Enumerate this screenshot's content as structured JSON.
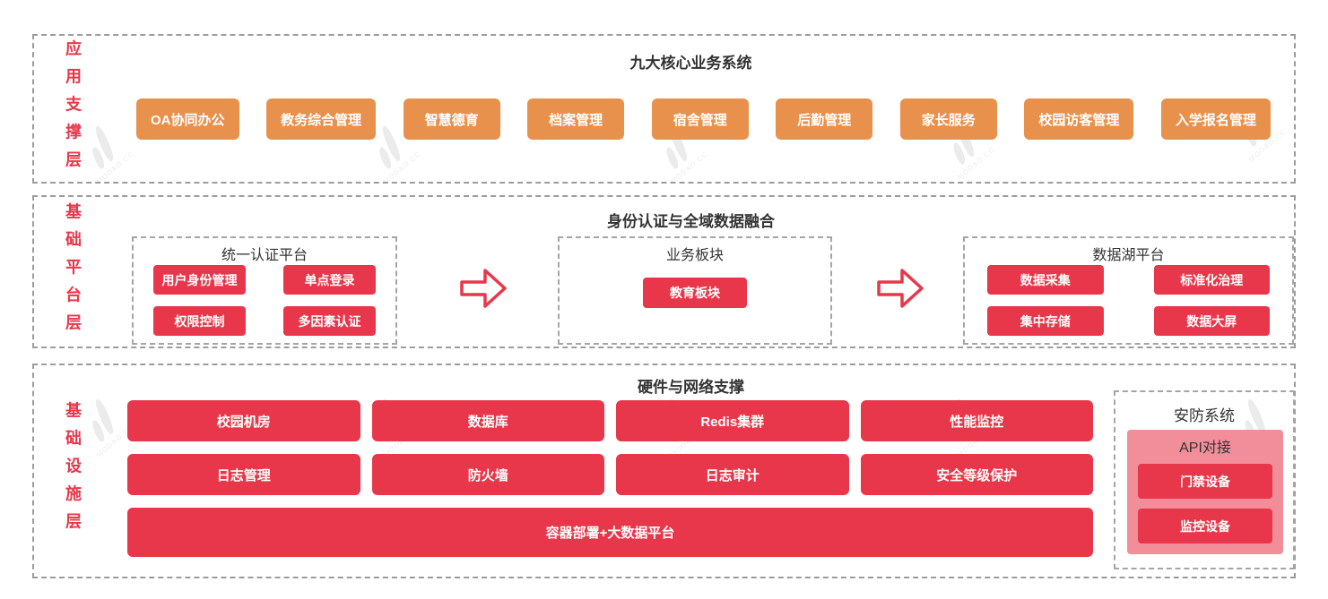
{
  "watermark": {
    "text": "MODAO.CC"
  },
  "colors": {
    "red": "#E8374A",
    "orange": "#E8914D",
    "pink_panel": "#F28E99",
    "dashed_border": "#9C9C9C",
    "title_text": "#333333"
  },
  "layers": {
    "app": {
      "label": "应用支撑层",
      "title": "九大核心业务系统",
      "systems": [
        "OA协同办公",
        "教务综合管理",
        "智慧德育",
        "档案管理",
        "宿舍管理",
        "后勤管理",
        "家长服务",
        "校园访客管理",
        "入学报名管理"
      ]
    },
    "platform": {
      "label": "基础平台层",
      "title": "身份认证与全域数据融合",
      "auth": {
        "title": "统一认证平台",
        "items": [
          "用户身份管理",
          "单点登录",
          "权限控制",
          "多因素认证"
        ]
      },
      "business": {
        "title": "业务板块",
        "items": [
          "教育板块"
        ]
      },
      "datalake": {
        "title": "数据湖平台",
        "items": [
          "数据采集",
          "标准化治理",
          "集中存储",
          "数据大屏"
        ]
      }
    },
    "infra": {
      "label": "基础设施层",
      "title": "硬件与网络支撑",
      "nodes_row1": [
        "校园机房",
        "数据库",
        "Redis集群",
        "性能监控"
      ],
      "nodes_row2": [
        "日志管理",
        "防火墙",
        "日志审计",
        "安全等级保护"
      ],
      "wide_node": "容器部署+大数据平台",
      "security": {
        "title": "安防系统",
        "panel_title": "API对接",
        "items": [
          "门禁设备",
          "监控设备"
        ]
      }
    }
  }
}
